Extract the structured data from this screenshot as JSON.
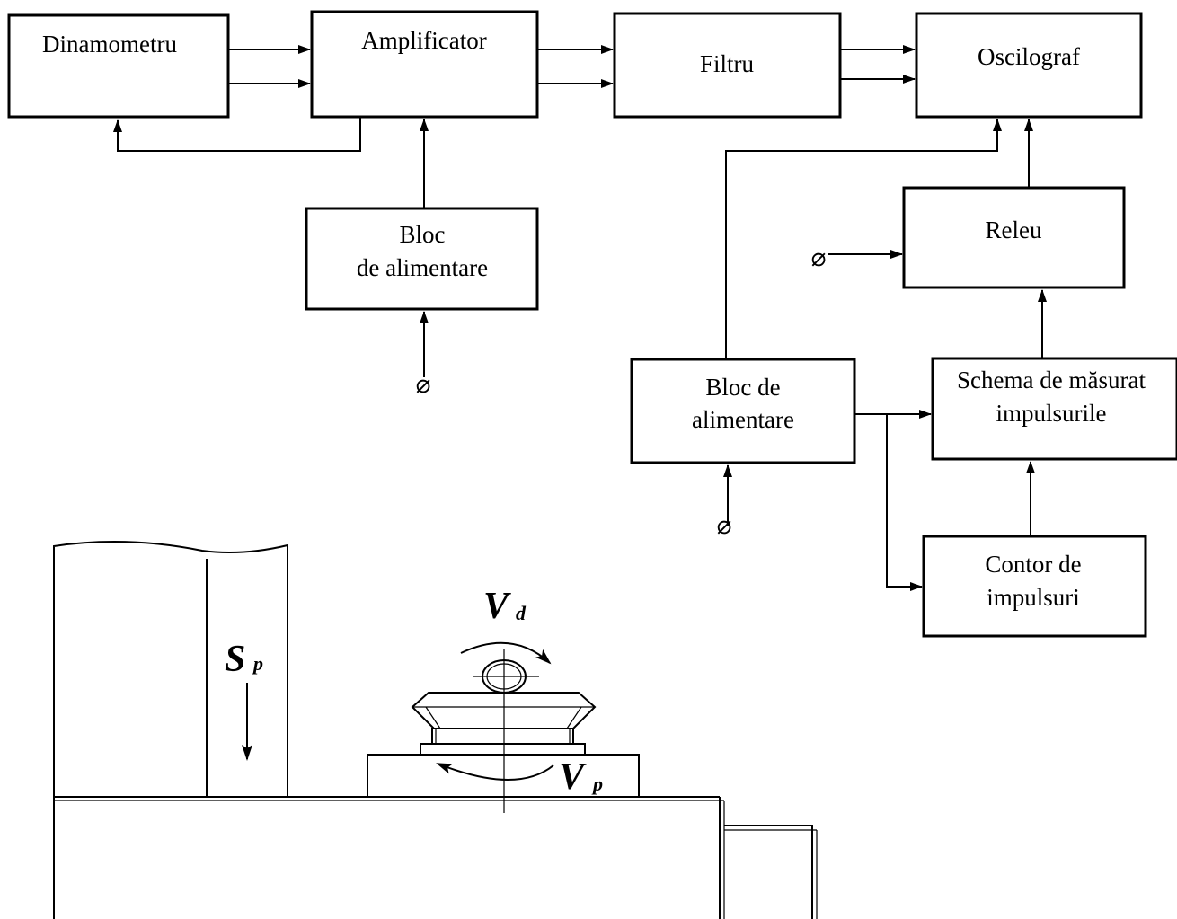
{
  "blocks": {
    "dinamometru": "Dinamometru",
    "amplificator": "Amplificator",
    "filtru": "Filtru",
    "oscilograf": "Oscilograf",
    "bloc_amp_line1": "Bloc",
    "bloc_amp_line2": "de alimentare",
    "releu": "Releu",
    "bloc2_line1": "Bloc de",
    "bloc2_line2": "alimentare",
    "schema_line1": "Schema de măsurat",
    "schema_line2": "impulsurile",
    "contor_line1": "Contor de",
    "contor_line2": "impulsuri"
  },
  "symbols": {
    "power": "⌀",
    "sp_main": "S",
    "sp_sub": "p",
    "vd_main": "V",
    "vd_sub": "d",
    "vp_main": "V",
    "vp_sub": "p"
  }
}
